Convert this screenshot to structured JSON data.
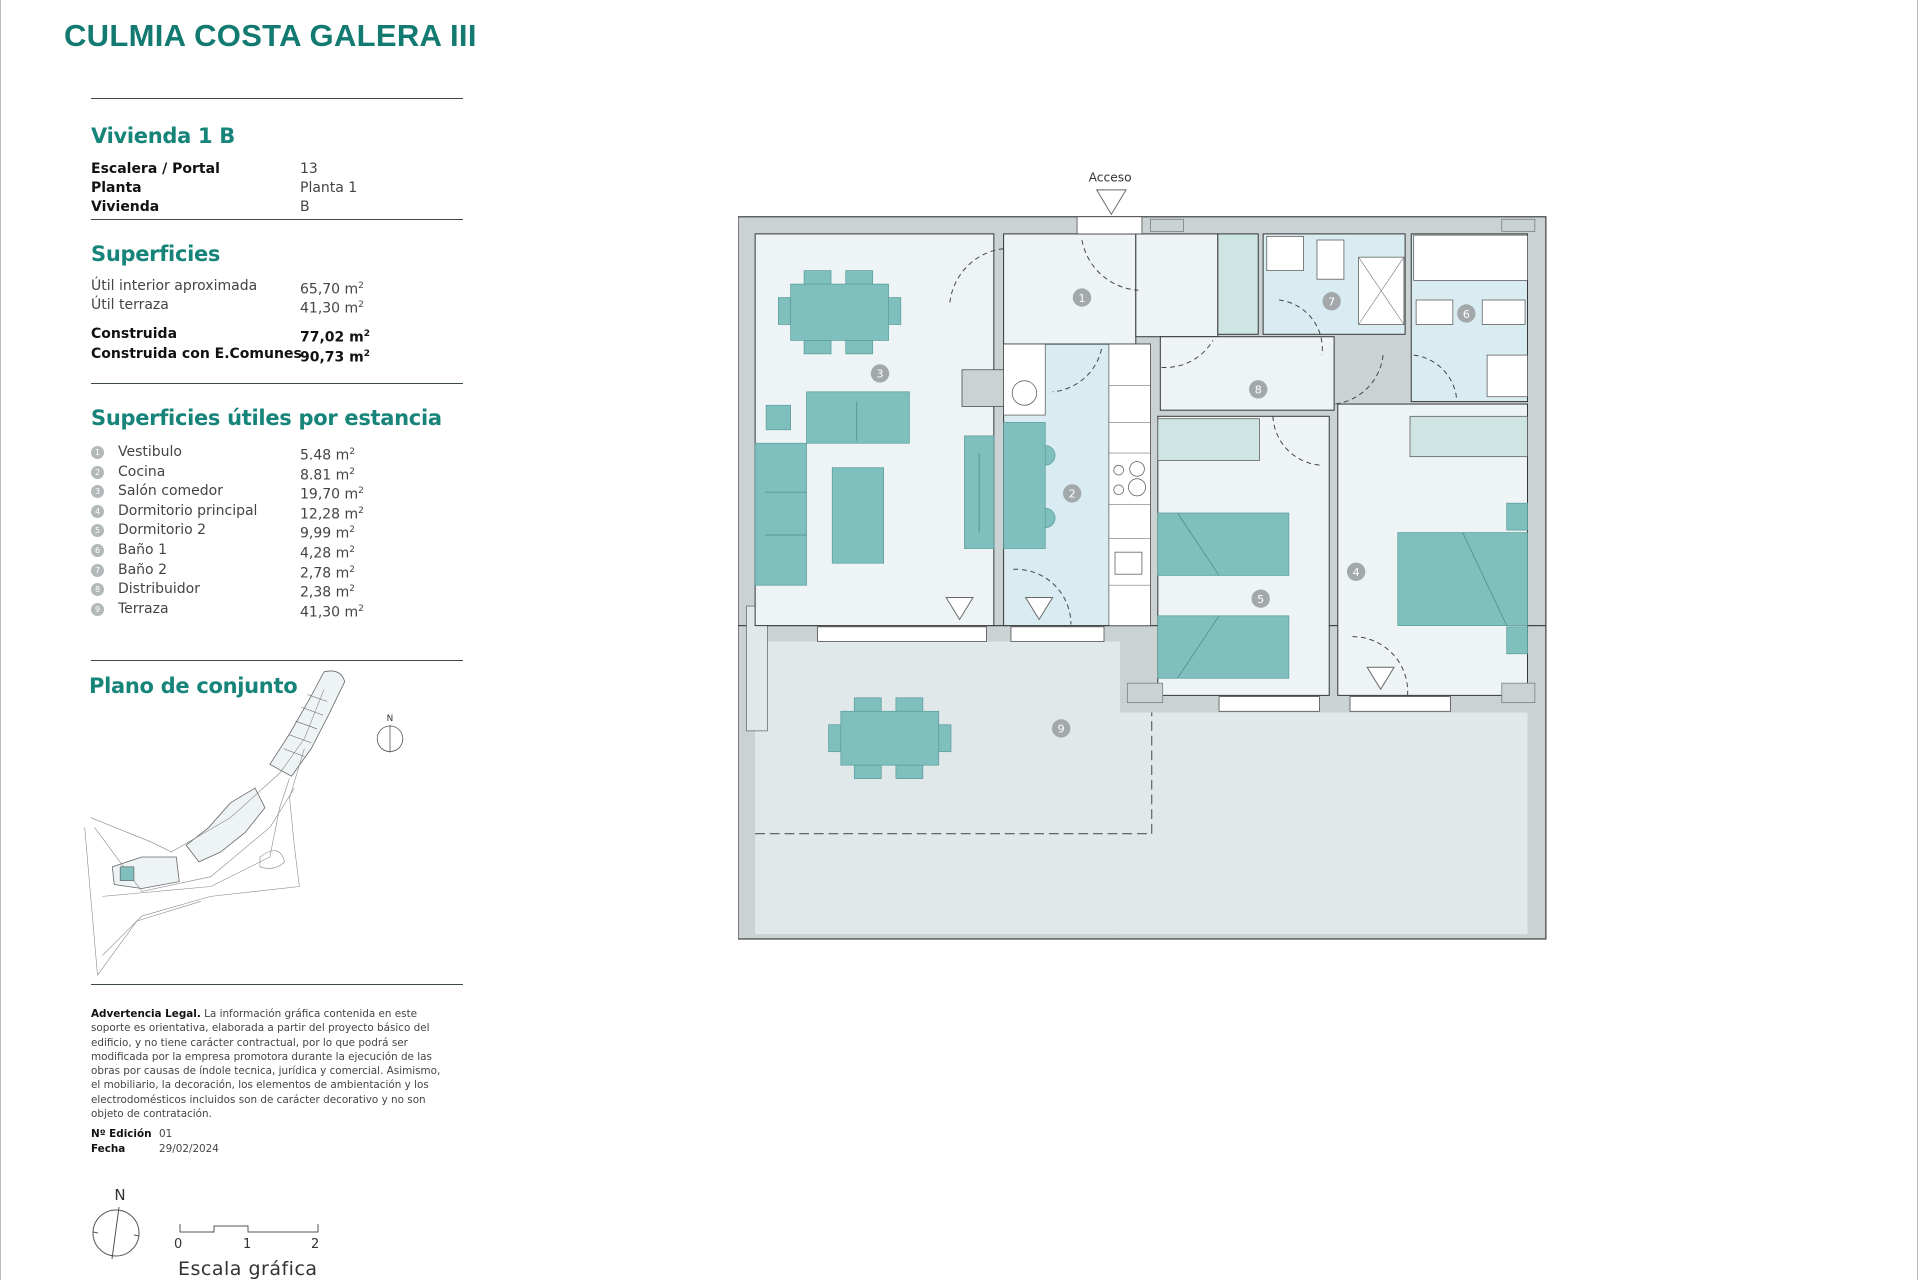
{
  "title": "CULMIA COSTA GALERA III",
  "unit": {
    "heading": "Vivienda 1 B",
    "rows": [
      {
        "label": "Escalera / Portal",
        "value": "13"
      },
      {
        "label": "Planta",
        "value": "Planta 1"
      },
      {
        "label": "Vivienda",
        "value": "B"
      }
    ]
  },
  "surfaces": {
    "heading": "Superficies",
    "rows": [
      {
        "label": "Útil interior aproximada",
        "value": "65,70 m",
        "sup": "2"
      },
      {
        "label": "Útil terraza",
        "value": "41,30 m",
        "sup": "2"
      },
      {
        "label": "Construida",
        "value": "77,02 m",
        "sup": "2"
      },
      {
        "label": "Construida con E.Comunes",
        "value": "90,73 m",
        "sup": "2"
      }
    ]
  },
  "rooms": {
    "heading": "Superficies útiles por estancia",
    "items": [
      {
        "num": "1",
        "name": "Vestibulo",
        "area": "5.48 m",
        "sup": "2"
      },
      {
        "num": "2",
        "name": "Cocina",
        "area": "8.81 m",
        "sup": "2"
      },
      {
        "num": "3",
        "name": "Salón comedor",
        "area": "19,70 m",
        "sup": "2"
      },
      {
        "num": "4",
        "name": "Dormitorio principal",
        "area": "12,28 m",
        "sup": "2"
      },
      {
        "num": "5",
        "name": "Dormitorio 2",
        "area": "9,99 m",
        "sup": "2"
      },
      {
        "num": "6",
        "name": "Baño 1",
        "area": "4,28 m",
        "sup": "2"
      },
      {
        "num": "7",
        "name": "Baño 2",
        "area": "2,78 m",
        "sup": "2"
      },
      {
        "num": "8",
        "name": "Distribuidor",
        "area": "2,38 m",
        "sup": "2"
      },
      {
        "num": "9",
        "name": "Terraza",
        "area": "41,30 m",
        "sup": "2"
      }
    ]
  },
  "site_plan": {
    "heading": "Plano de conjunto",
    "north": "N"
  },
  "legal": {
    "lead": "Advertencia Legal.",
    "text": " La información gráfica contenida en este soporte es orientativa, elaborada a partir del proyecto básico del edificio, y no tiene carácter contractual, por lo que podrá ser modificada por la empresa promotora durante la ejecución de las obras por causas de índole tecnica, jurídica y comercial. Asimismo, el mobiliario, la decoración, los elementos de ambientación y los electrodomésticos incluidos son de carácter decorativo y no son objeto de contratación."
  },
  "edition": {
    "edition_label": "Nº Edición",
    "edition_value": "01",
    "date_label": "Fecha",
    "date_value": "29/02/2024"
  },
  "compass": {
    "north": "N"
  },
  "scale": {
    "ticks": [
      "0",
      "1",
      "2"
    ],
    "label": "Escala gráfica"
  },
  "floor_plan": {
    "access_label": "Acceso",
    "room_numbers": [
      "1",
      "2",
      "3",
      "4",
      "5",
      "6",
      "7",
      "8",
      "9"
    ],
    "colors": {
      "furniture": "#7fbfbd",
      "wall": "#cbd2d4",
      "floor": "#eef3f5",
      "wet": "#d8ecf1",
      "terrace": "#e1e8ea",
      "badge": "#a3a9ab",
      "accent": "#127a70"
    }
  }
}
